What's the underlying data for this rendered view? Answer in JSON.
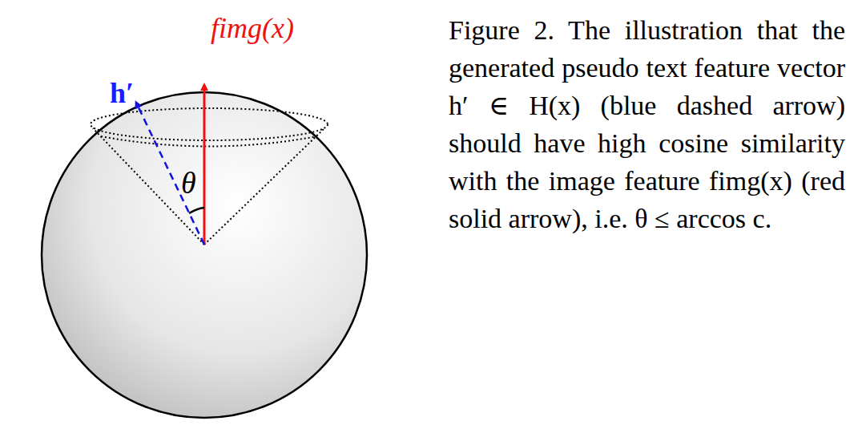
{
  "diagram": {
    "caption": "Figure 2. The illustration that the generated pseudo text feature vector h′ ∈ H(x) (blue dashed arrow) should have high cosine similarity with the image feature fimg(x) (red solid arrow), i.e. θ ≤ arccos c.",
    "labels": [
      "h′",
      "fimg(x)",
      "θ"
    ]
  }
}
